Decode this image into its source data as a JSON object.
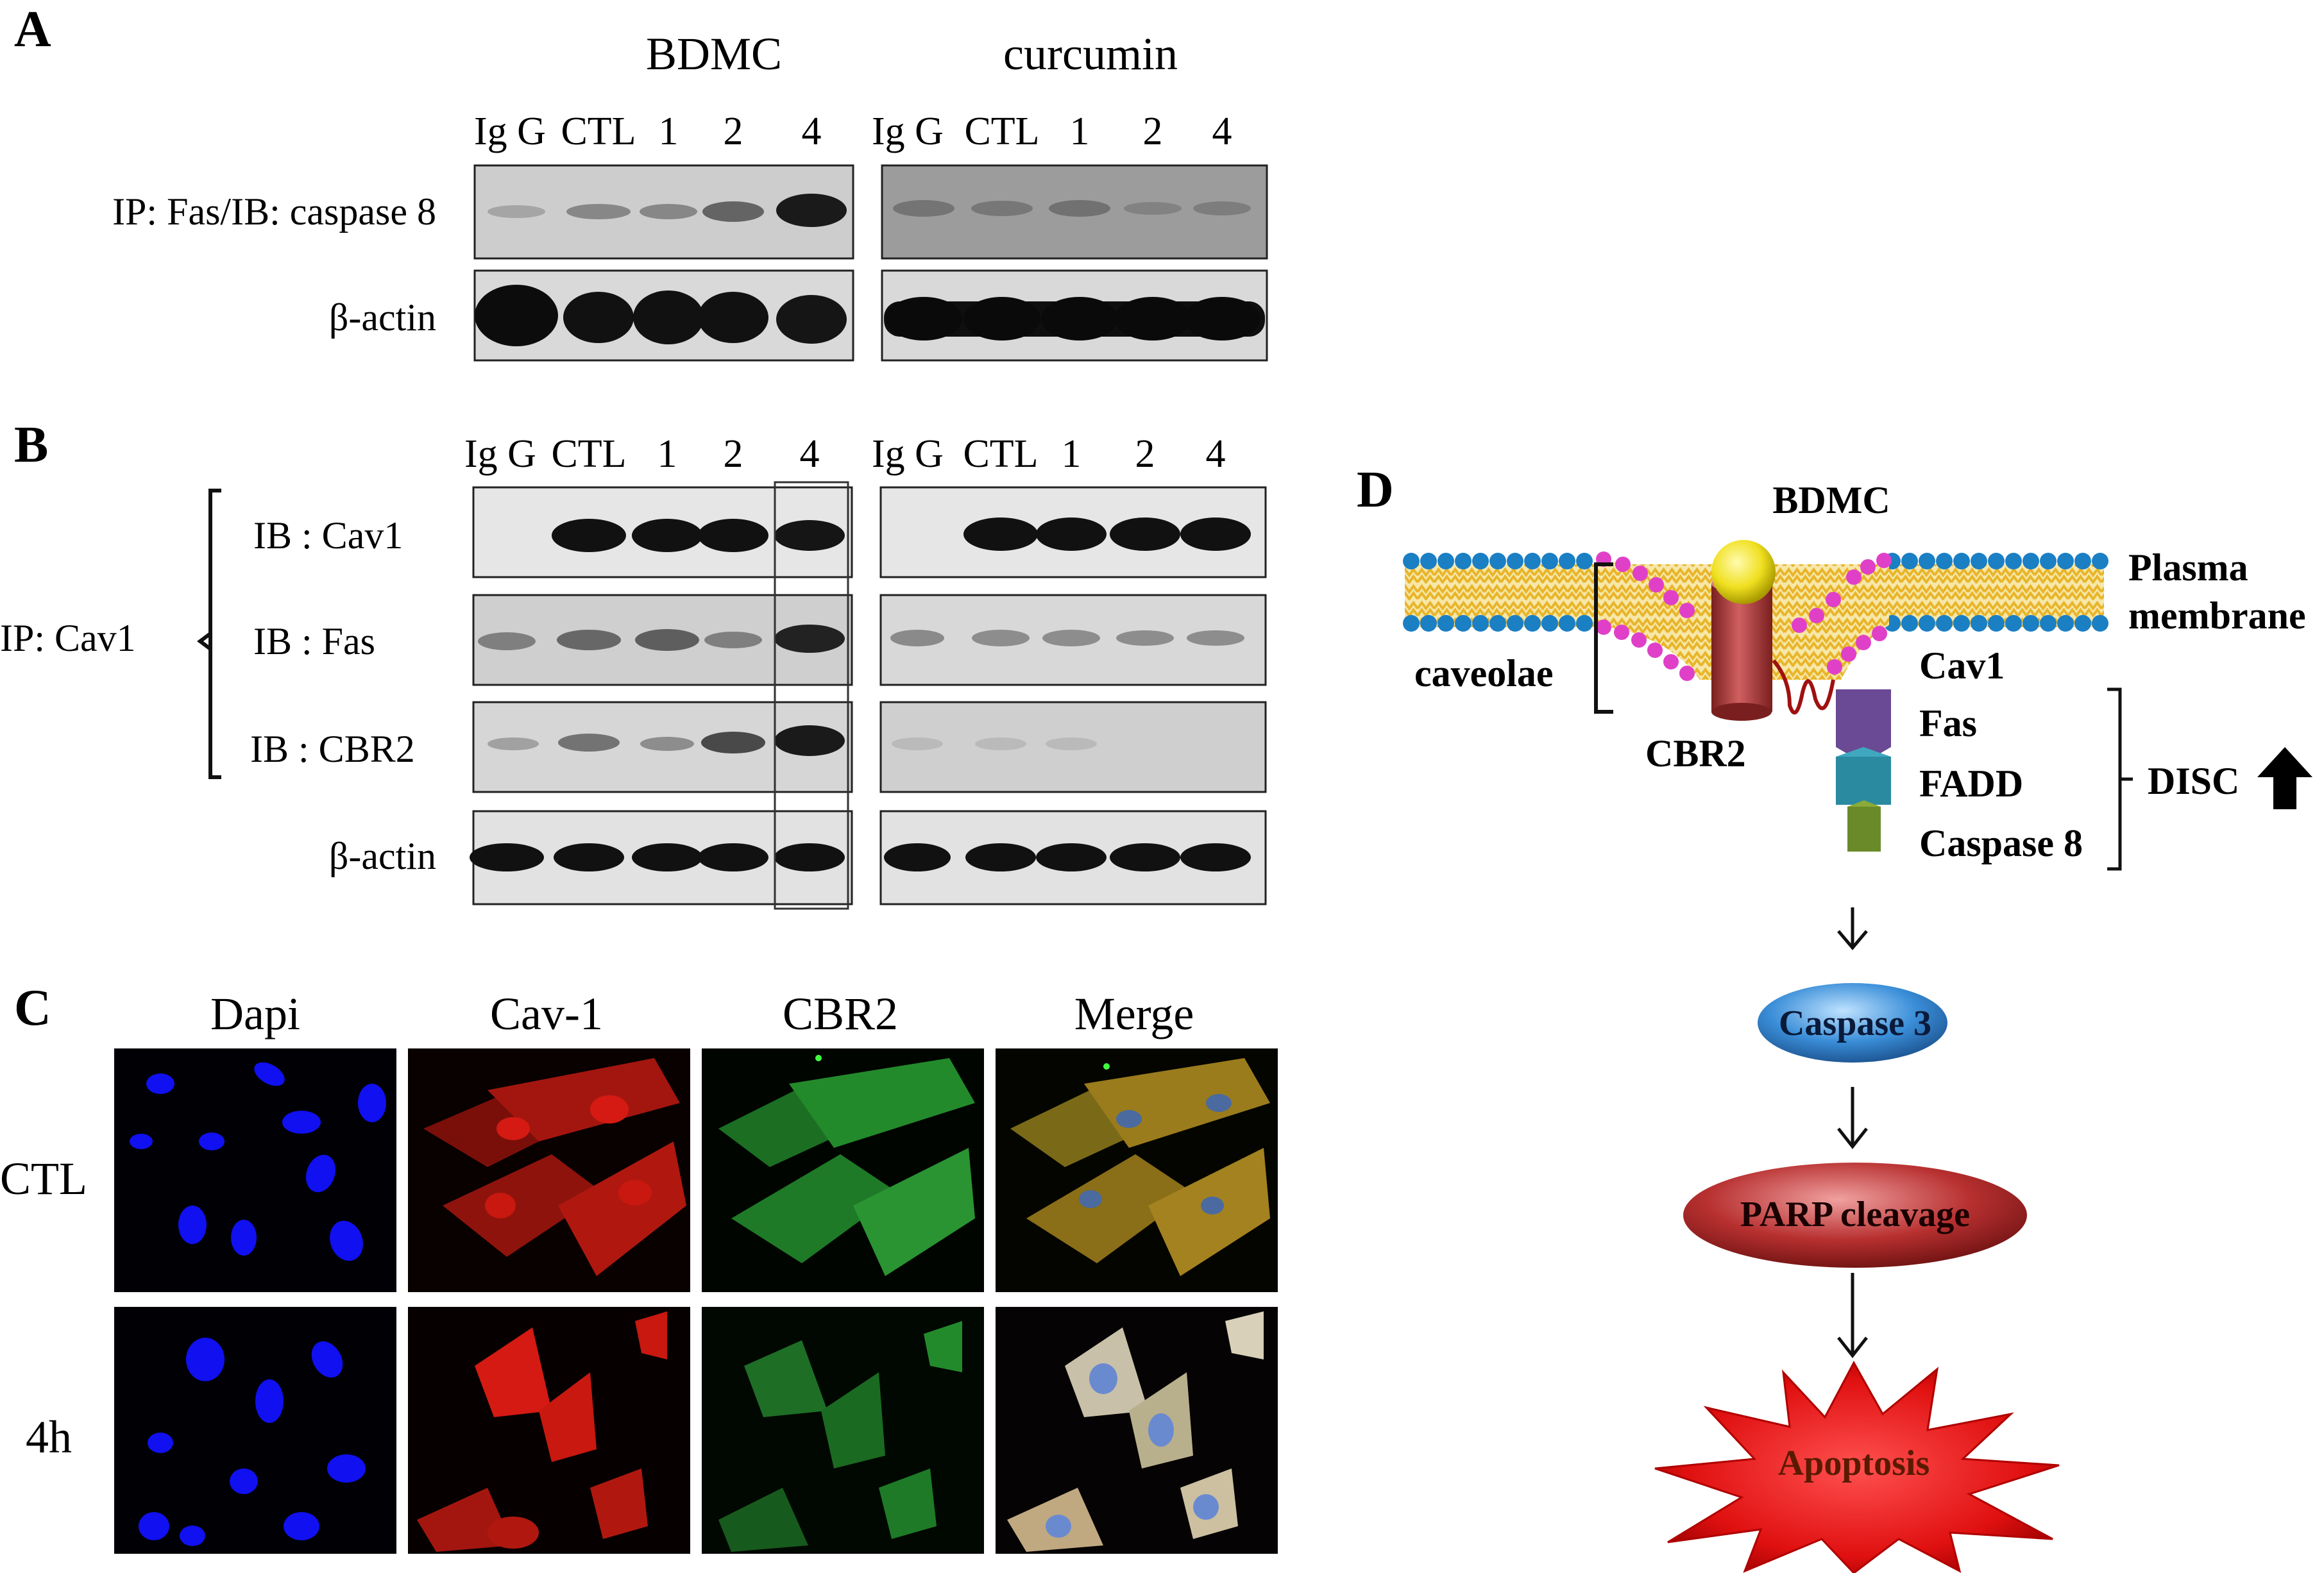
{
  "panel_labels": {
    "a": "A",
    "b": "B",
    "c": "C",
    "d": "D"
  },
  "panel_a": {
    "groups": [
      "BDMC",
      "curcumin"
    ],
    "lanes": [
      "Ig G",
      "CTL",
      "1",
      "2",
      "4"
    ],
    "rows": [
      "IP: Fas/IB: caspase 8",
      "β-actin"
    ]
  },
  "panel_b": {
    "lanes": [
      "Ig G",
      "CTL",
      "1",
      "2",
      "4"
    ],
    "ip_label": "IP: Cav1",
    "rows": [
      "IB : Cav1",
      "IB : Fas",
      "IB : CBR2",
      "β-actin"
    ]
  },
  "panel_c": {
    "columns": [
      "Dapi",
      "Cav-1",
      "CBR2",
      "Merge"
    ],
    "rows": [
      "CTL",
      "4h"
    ]
  },
  "panel_d": {
    "bdmc": "BDMC",
    "plasma": "Plasma",
    "membrane": "membrane",
    "caveolae": "caveolae",
    "cav1": "Cav1",
    "cbr2": "CBR2",
    "disc": [
      "Fas",
      "FADD",
      "Caspase 8"
    ],
    "disc_label": "DISC",
    "caspase3": "Caspase 3",
    "parp": "PARP cleavage",
    "apoptosis": "Apoptosis"
  },
  "colors": {
    "dapi": "#1010f0",
    "cav1_red": "#d41a12",
    "cbr2_green": "#1e8a2a",
    "membrane_head": "#1b7fc4",
    "membrane_tail": "#e8b52a",
    "caveolae_head": "#e040c8",
    "cbr2_receptor": "#b83a3a",
    "bdmc_ball": "#f0e020",
    "fas_purple": "#6a4a94",
    "fadd_teal": "#2a8aa0",
    "casp8_olive": "#6a8a2a",
    "caspase3_blue": "#3a8ed8",
    "parp_red": "#b83030",
    "apoptosis_red": "#e01010"
  }
}
